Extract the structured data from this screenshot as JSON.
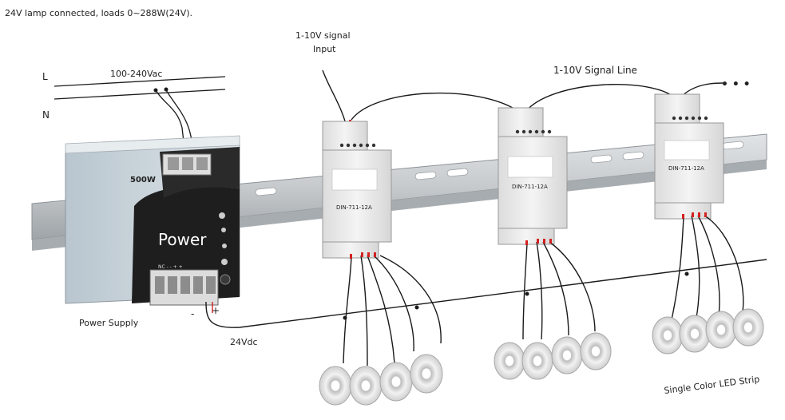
{
  "header_note": "24V lamp connected, loads 0~288W(24V).",
  "labels": {
    "signal_input_line1": "1-10V signal",
    "signal_input_line2": "Input",
    "signal_line": "1-10V Signal Line",
    "ellipsis": "• • •",
    "mains_voltage": "100-240Vac",
    "live": "L",
    "neutral": "N",
    "power_supply": "Power Supply",
    "dc_voltage": "24Vdc",
    "led_strip": "Single Color LED  Strip",
    "minus": "-",
    "plus": "+"
  },
  "psu": {
    "wattage": "500W",
    "brand": "Power",
    "terminal_marks": "NC  -  -  +  +"
  },
  "dimmers": [
    {
      "model": "DIN-711-12A"
    },
    {
      "model": "DIN-711-12A"
    },
    {
      "model": "DIN-711-12A"
    }
  ],
  "colors": {
    "wire": "#1a1a1a",
    "red_wire": "#d42020",
    "rail": "#c9cdd1",
    "module": "#eeeeee",
    "psu_front": "#1e1e1e",
    "psu_body": "#cfd8de",
    "led_strip": "#e8e8e8"
  }
}
